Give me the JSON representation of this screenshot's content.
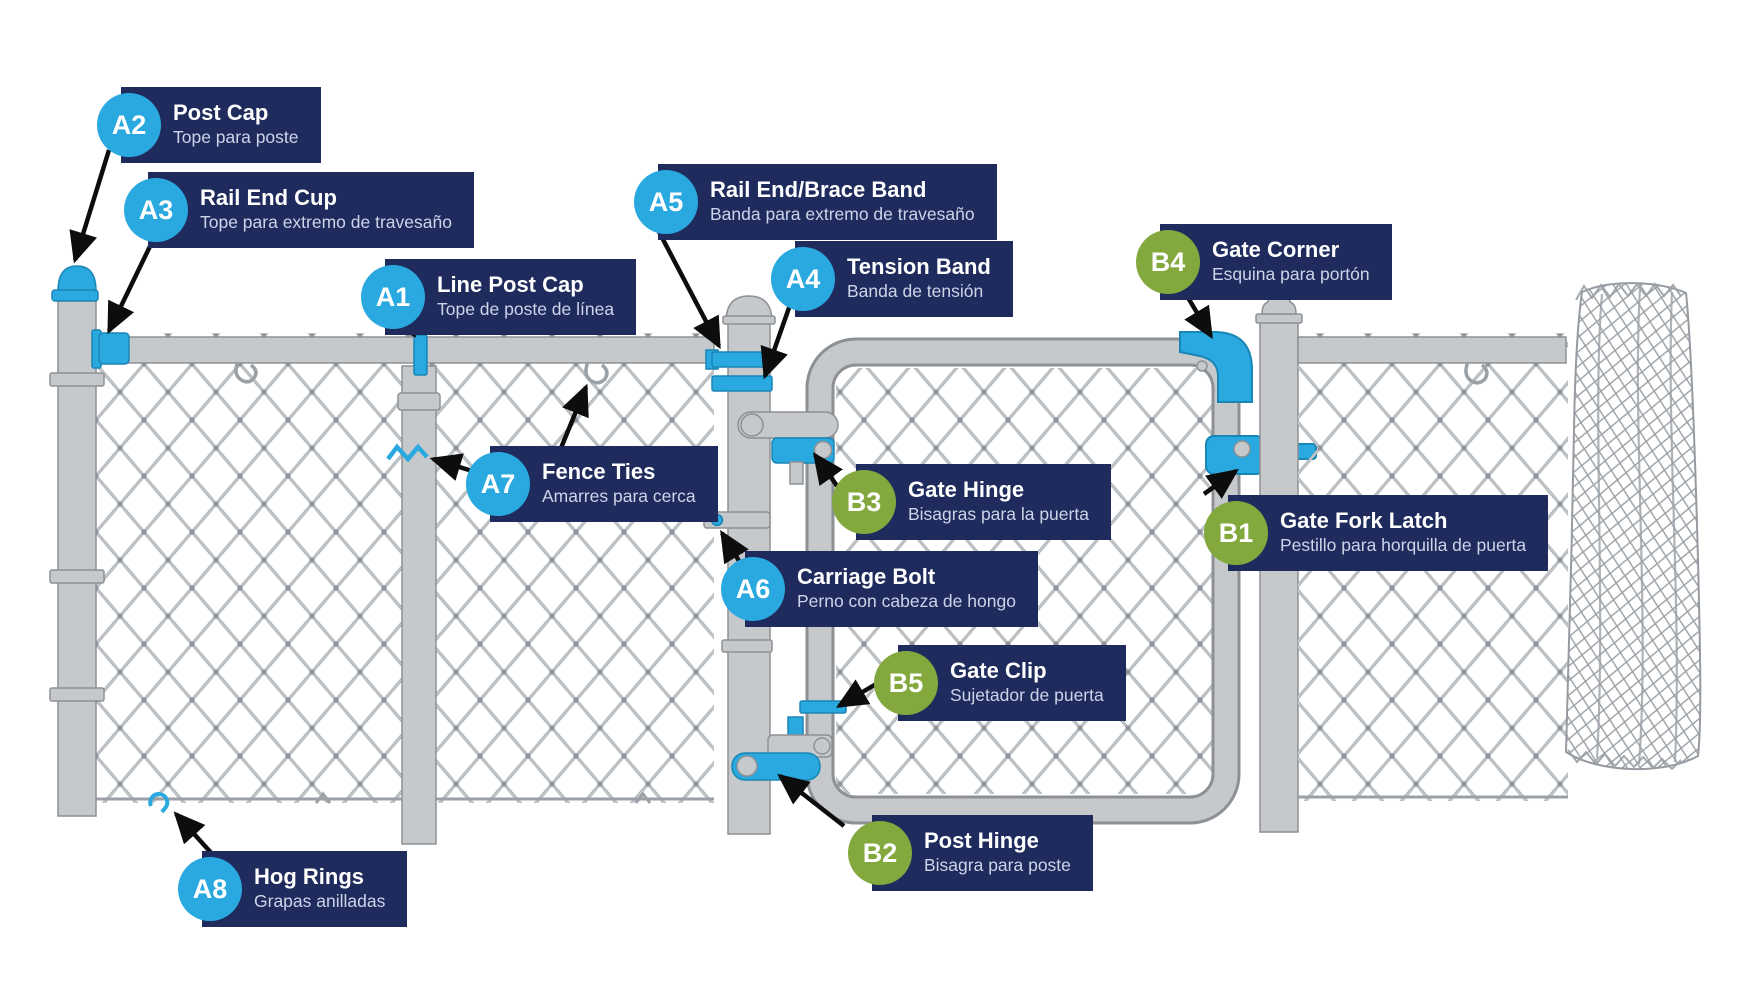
{
  "diagram": {
    "background_color": "#ffffff",
    "label_box_color": "#1e2b5c",
    "blue_accent": "#2aa9e0",
    "green_accent": "#83a93e",
    "callouts": [
      {
        "id": "A2",
        "color": "blue",
        "title": "Post Cap",
        "subtitle": "Tope para poste"
      },
      {
        "id": "A3",
        "color": "blue",
        "title": "Rail End Cup",
        "subtitle": "Tope para extremo de travesaño"
      },
      {
        "id": "A1",
        "color": "blue",
        "title": "Line Post Cap",
        "subtitle": "Tope de poste de línea"
      },
      {
        "id": "A5",
        "color": "blue",
        "title": "Rail End/Brace Band",
        "subtitle": "Banda para extremo de travesaño"
      },
      {
        "id": "A4",
        "color": "blue",
        "title": "Tension Band",
        "subtitle": "Banda de tensión"
      },
      {
        "id": "B4",
        "color": "green",
        "title": "Gate Corner",
        "subtitle": "Esquina para portón"
      },
      {
        "id": "A7",
        "color": "blue",
        "title": "Fence Ties",
        "subtitle": "Amarres para cerca"
      },
      {
        "id": "B3",
        "color": "green",
        "title": "Gate Hinge",
        "subtitle": "Bisagras para la puerta"
      },
      {
        "id": "B1",
        "color": "green",
        "title": "Gate Fork Latch",
        "subtitle": "Pestillo para horquilla de puerta"
      },
      {
        "id": "A6",
        "color": "blue",
        "title": "Carriage Bolt",
        "subtitle": "Perno con cabeza de hongo"
      },
      {
        "id": "B5",
        "color": "green",
        "title": "Gate Clip",
        "subtitle": "Sujetador de puerta"
      },
      {
        "id": "B2",
        "color": "green",
        "title": "Post Hinge",
        "subtitle": "Bisagra para poste"
      },
      {
        "id": "A8",
        "color": "blue",
        "title": "Hog Rings",
        "subtitle": "Grapas anilladas"
      }
    ]
  }
}
